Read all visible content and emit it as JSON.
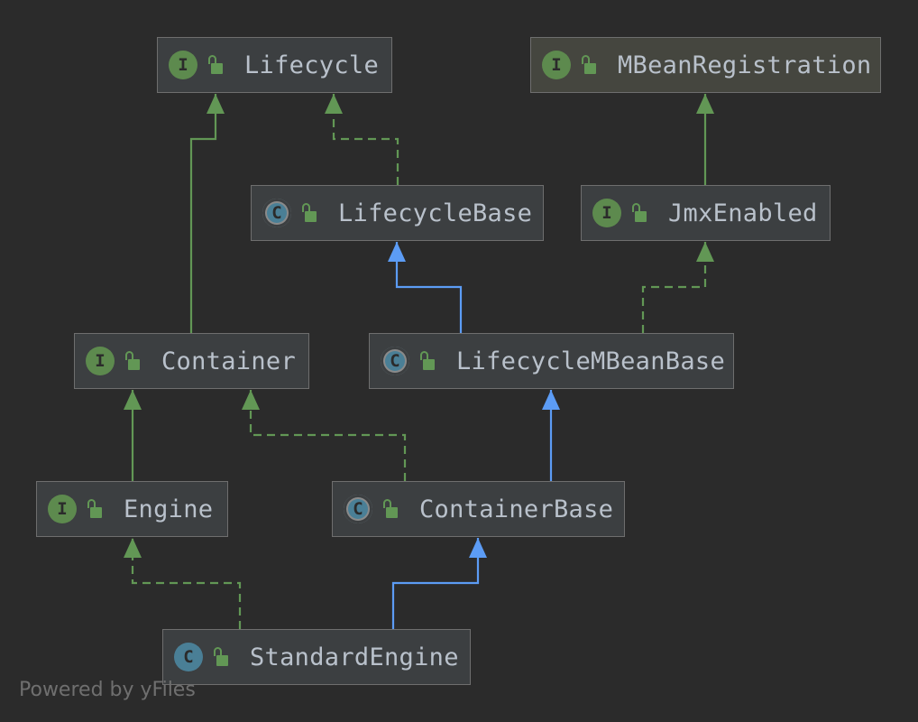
{
  "colors": {
    "background": "#2b2b2b",
    "node_fill": "#3c3f41",
    "node_border": "#6e6e6e",
    "interface_badge": "#5d8a4e",
    "class_badge": "#4a7f96",
    "access_icon": "#629755",
    "extends_edge": "#629755",
    "implements_edge": "#629755",
    "class_extends_edge": "#5c9cf5",
    "label_text": "#b9c1cb"
  },
  "icons": {
    "interface_badge": "interface-icon",
    "class_badge": "class-icon",
    "abstract_class_badge": "abstract-class-icon",
    "access": "lock-icon"
  },
  "nodes": {
    "lifecycle": {
      "label": "Lifecycle",
      "kind": "interface",
      "badge_letter": "I"
    },
    "mbean_registration": {
      "label": "MBeanRegistration",
      "kind": "interface",
      "badge_letter": "I"
    },
    "lifecycle_base": {
      "label": "LifecycleBase",
      "kind": "abstract",
      "badge_letter": "C"
    },
    "jmx_enabled": {
      "label": "JmxEnabled",
      "kind": "interface",
      "badge_letter": "I"
    },
    "container": {
      "label": "Container",
      "kind": "interface",
      "badge_letter": "I"
    },
    "lifecycle_mbean_base": {
      "label": "LifecycleMBeanBase",
      "kind": "abstract",
      "badge_letter": "C"
    },
    "engine": {
      "label": "Engine",
      "kind": "interface",
      "badge_letter": "I"
    },
    "container_base": {
      "label": "ContainerBase",
      "kind": "abstract",
      "badge_letter": "C"
    },
    "standard_engine": {
      "label": "StandardEngine",
      "kind": "class",
      "badge_letter": "C"
    }
  },
  "edges": [
    {
      "from": "container",
      "to": "lifecycle",
      "type": "extends"
    },
    {
      "from": "lifecycle_base",
      "to": "lifecycle",
      "type": "implements"
    },
    {
      "from": "jmx_enabled",
      "to": "mbean_registration",
      "type": "extends"
    },
    {
      "from": "lifecycle_mbean_base",
      "to": "lifecycle_base",
      "type": "class-extends"
    },
    {
      "from": "lifecycle_mbean_base",
      "to": "jmx_enabled",
      "type": "implements"
    },
    {
      "from": "engine",
      "to": "container",
      "type": "extends"
    },
    {
      "from": "container_base",
      "to": "container",
      "type": "implements"
    },
    {
      "from": "container_base",
      "to": "lifecycle_mbean_base",
      "type": "class-extends"
    },
    {
      "from": "standard_engine",
      "to": "engine",
      "type": "implements"
    },
    {
      "from": "standard_engine",
      "to": "container_base",
      "type": "class-extends"
    }
  ],
  "footer": {
    "watermark": "Powered by yFiles"
  }
}
